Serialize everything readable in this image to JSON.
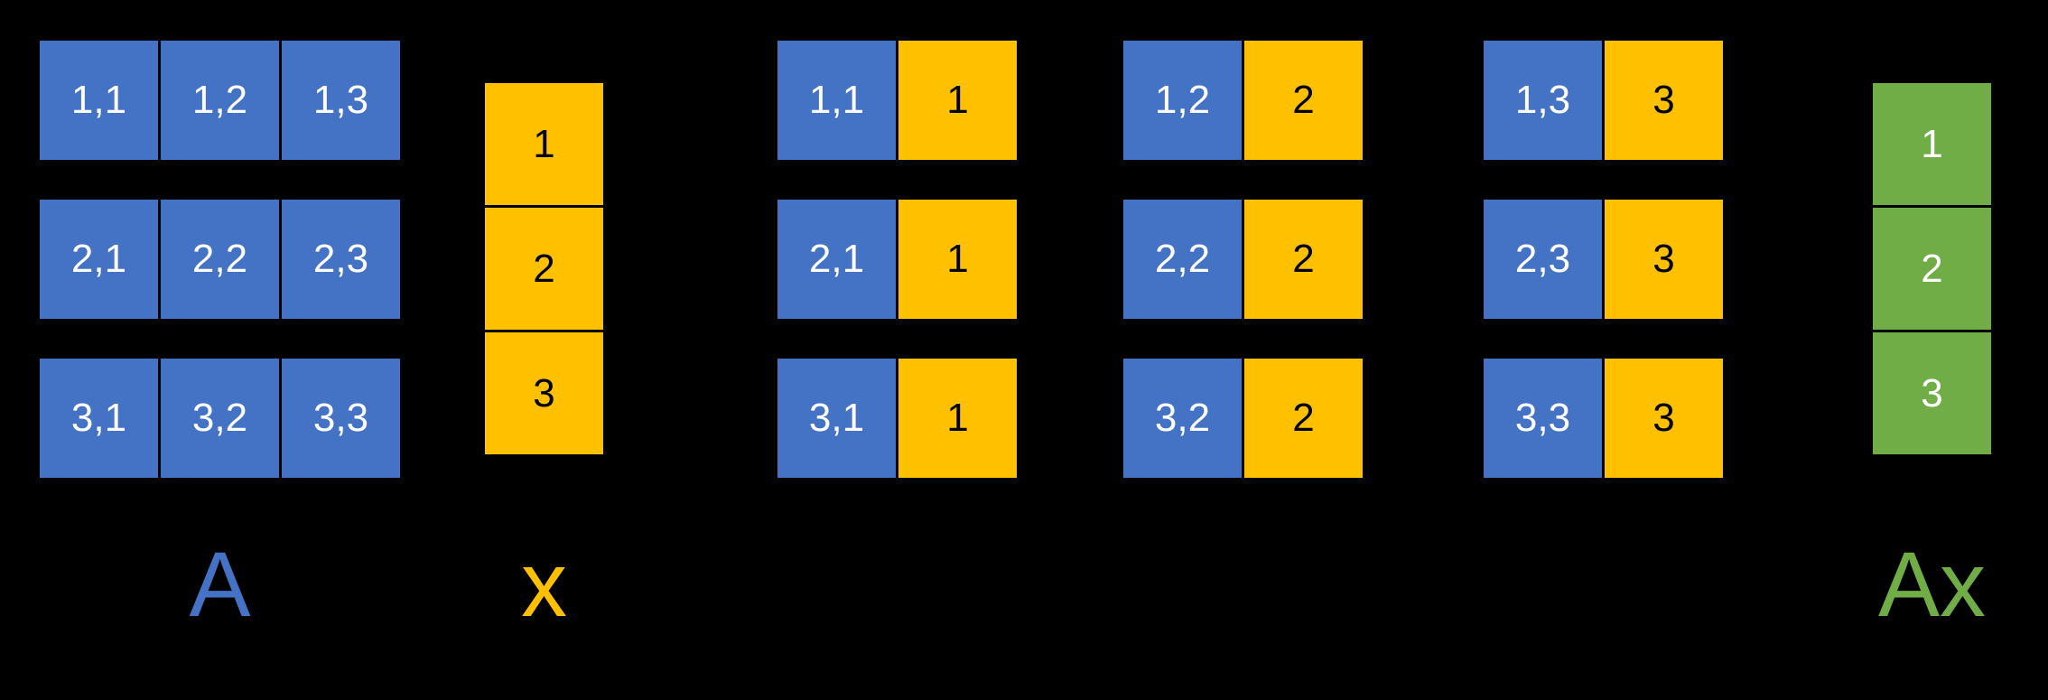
{
  "colors": {
    "background": "#000000",
    "matrix_blue": "#4472C4",
    "vector_gold": "#FFC000",
    "result_green": "#70AD47"
  },
  "matrix_a": {
    "label": "A",
    "rows": [
      [
        "1,1",
        "1,2",
        "1,3"
      ],
      [
        "2,1",
        "2,2",
        "2,3"
      ],
      [
        "3,1",
        "3,2",
        "3,3"
      ]
    ]
  },
  "vector_x": {
    "label": "x",
    "values": [
      "1",
      "2",
      "3"
    ]
  },
  "products": {
    "groups": [
      {
        "pairs": [
          [
            "1,1",
            "1"
          ],
          [
            "2,1",
            "1"
          ],
          [
            "3,1",
            "1"
          ]
        ]
      },
      {
        "pairs": [
          [
            "1,2",
            "2"
          ],
          [
            "2,2",
            "2"
          ],
          [
            "3,2",
            "2"
          ]
        ]
      },
      {
        "pairs": [
          [
            "1,3",
            "3"
          ],
          [
            "2,3",
            "3"
          ],
          [
            "3,3",
            "3"
          ]
        ]
      }
    ]
  },
  "vector_ax": {
    "label": "Ax",
    "values": [
      "1",
      "2",
      "3"
    ]
  }
}
